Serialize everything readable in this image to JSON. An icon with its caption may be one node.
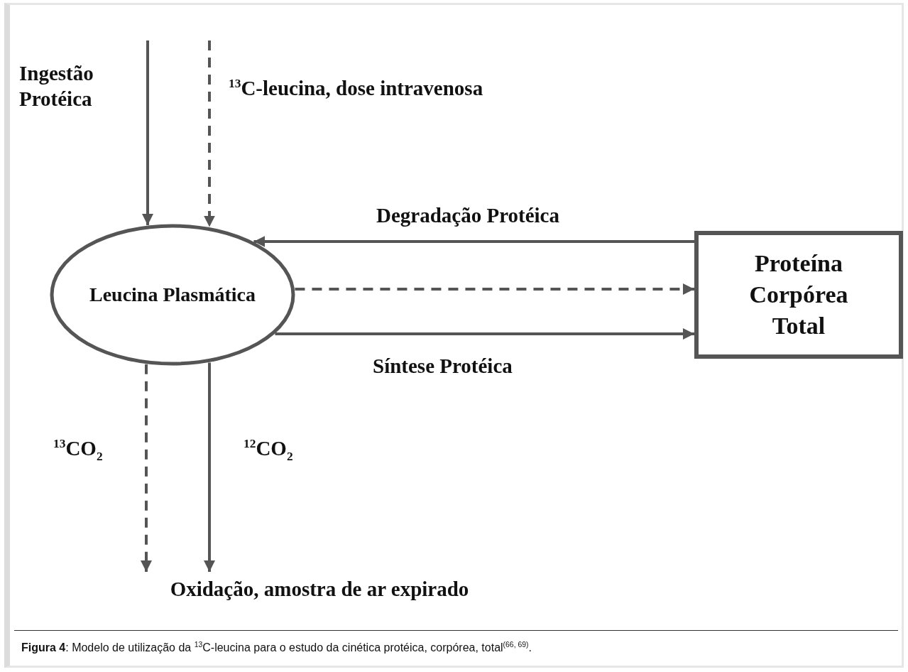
{
  "diagram": {
    "caption": "**Figura 4**: Modelo de utilização da $^{13}$C-leucina para o estudo da cinética protéica, corpórea, total$^{(66, 69)}$.",
    "nodes": [
      {
        "text": [
          "Leucina Plasmática"
        ]
      },
      {
        "text": [
          "Proteína Corpórea Total"
        ]
      },
      {
        "text": [
          "Oxidação, amostra de ar expirado"
        ]
      }
    ],
    "edges": [
      {
        "from": null,
        "to": 0,
        "arrow": "to",
        "label": "Ingestão Protéica"
      },
      {
        "from": null,
        "to": 0,
        "arrow": "to",
        "label": "$^{13}$C-leucina, dose intravenosa",
        "style": "dashed"
      },
      {
        "from": 1,
        "to": 0,
        "arrow": "to",
        "label": "Degradação Protéica"
      },
      {
        "from": 0,
        "to": 1,
        "arrow": "to",
        "style": "dashed"
      },
      {
        "from": 0,
        "to": 1,
        "arrow": "to",
        "label": "Síntese Protéica"
      },
      {
        "from": 0,
        "to": 2,
        "arrow": "to",
        "label": "$^{13}$CO$_{2}$",
        "style": "dashed"
      },
      {
        "from": 0,
        "to": 2,
        "arrow": "to",
        "label": "$^{12}$CO$_{2}$"
      }
    ]
  }
}
